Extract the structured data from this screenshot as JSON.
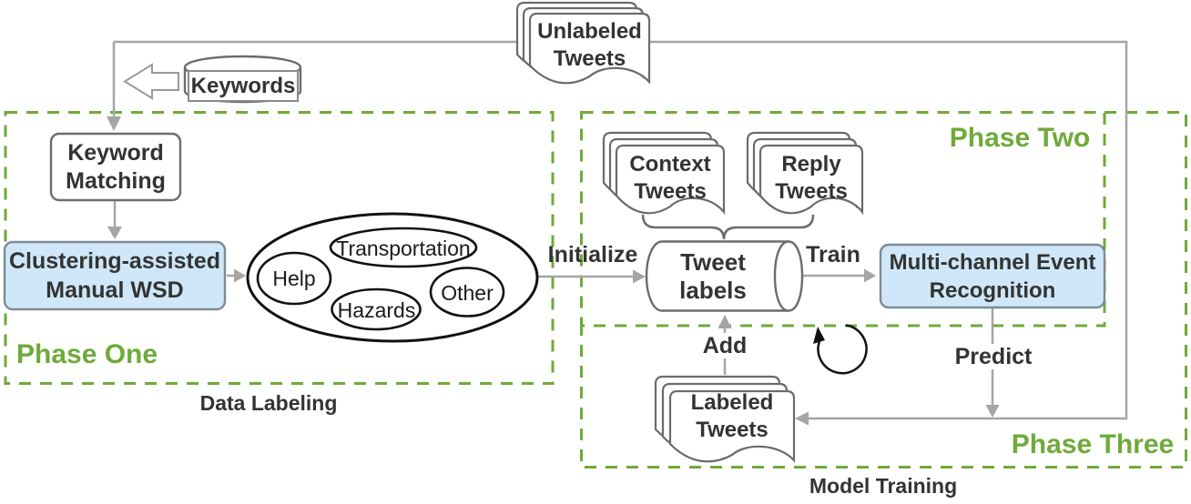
{
  "diagram": {
    "nodes": {
      "unlabeled_tweets": "Unlabeled\nTweets",
      "keywords": "Keywords",
      "keyword_matching": "Keyword\nMatching",
      "clustering_wsd": "Clustering-assisted\nManual WSD",
      "cluster_help": "Help",
      "cluster_transportation": "Transportation",
      "cluster_hazards": "Hazards",
      "cluster_other": "Other",
      "context_tweets": "Context\nTweets",
      "reply_tweets": "Reply\nTweets",
      "tweet_labels": "Tweet\nlabels",
      "multi_channel_event_recognition": "Multi-channel Event\nRecognition",
      "labeled_tweets": "Labeled\nTweets"
    },
    "edge_labels": {
      "initialize": "Initialize",
      "train": "Train",
      "add": "Add",
      "predict": "Predict"
    },
    "phases": {
      "one_label": "Phase One",
      "one_caption": "Data Labeling",
      "two_label": "Phase Two",
      "three_label": "Phase Three",
      "three_caption": "Model Training"
    },
    "colors": {
      "phase_green": "#6faa3a",
      "node_blue_fill": "#cfe7f8",
      "arrow_gray": "#a5a5a5",
      "shape_border_gray": "#6b6b6b",
      "cluster_black": "#111111",
      "text_dark": "#333333"
    }
  }
}
